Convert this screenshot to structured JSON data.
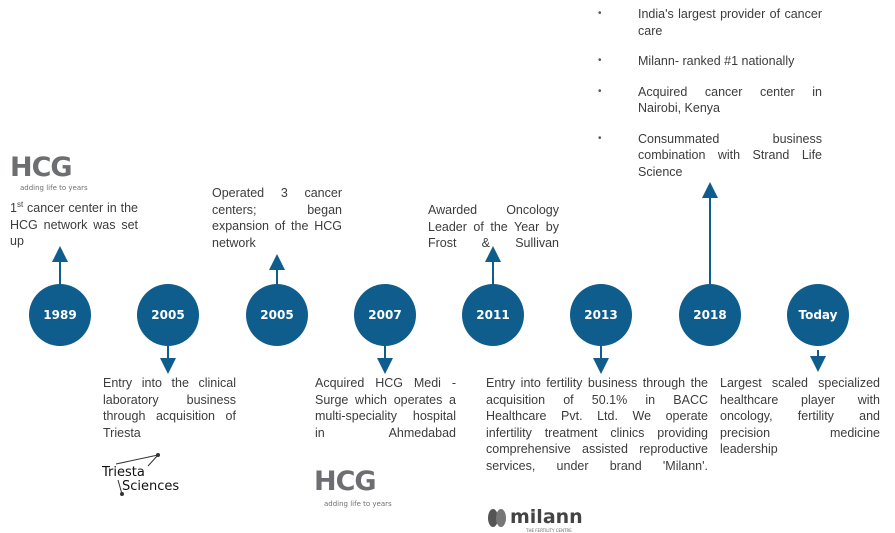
{
  "timeline": [
    {
      "year": "1989",
      "text": "cancer center in the HCG network was set up",
      "ordinal_num": "1",
      "ordinal_sup": "st"
    },
    {
      "year": "2005",
      "text": "Entry into the clinical laboratory business through acquisition of Triesta"
    },
    {
      "year": "2005",
      "text": "Operated 3 cancer centers; began expansion of the HCG network"
    },
    {
      "year": "2007",
      "text": "Acquired HCG Medi - Surge which operates a multi-speciality hospital in Ahmedabad"
    },
    {
      "year": "2011",
      "text": "Awarded Oncology Leader of the Year by Frost & Sullivan"
    },
    {
      "year": "2013",
      "text": "Entry into fertility business through the acquisition of 50.1% in BACC Healthcare Pvt. Ltd. We operate infertility treatment clinics providing comprehensive assisted reproductive services, under brand 'Milann'."
    },
    {
      "year": "2018",
      "bullets": [
        "India's largest provider of cancer care",
        "Milann- ranked #1 nationally",
        "Acquired cancer center in Nairobi, Kenya",
        "Consummated business combination with Strand Life Science"
      ]
    },
    {
      "year": "Today",
      "text": "Largest scaled specialized healthcare player with oncology, fertility and precision medicine leadership"
    }
  ],
  "logos": {
    "hcg_top": {
      "name": "HCG",
      "tagline": "adding life to years"
    },
    "triesta": {
      "line1": "Triesta",
      "line2": "Sciences"
    },
    "hcg_bottom": {
      "name": "HCG",
      "tagline": "adding life to years"
    },
    "milann": {
      "name": "milann",
      "tagline": "THE FERTILITY CENTRE"
    }
  },
  "colors": {
    "accent": "#0f5d8c",
    "text": "#3c3c3c",
    "logo_grey": "#6d6e71"
  }
}
